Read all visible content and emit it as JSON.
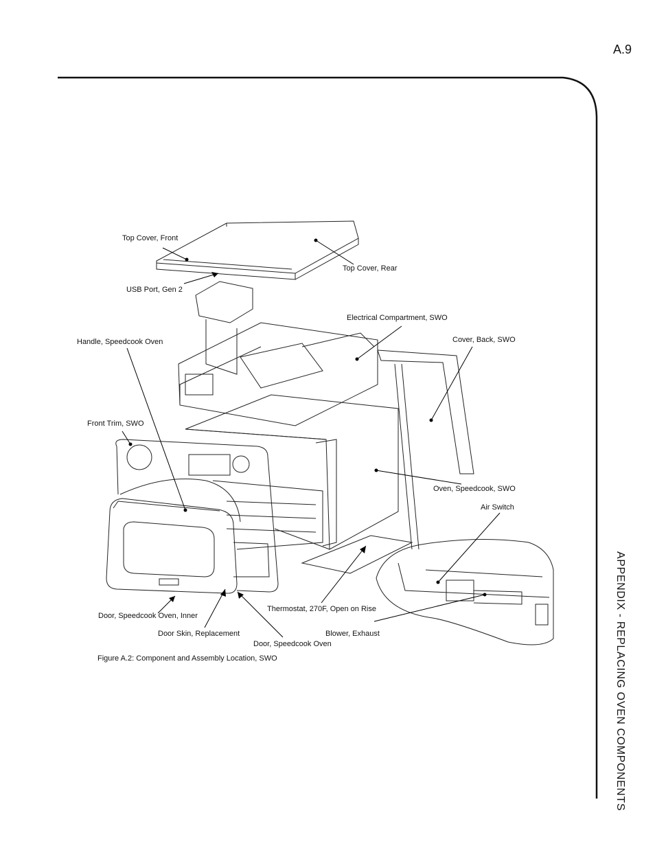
{
  "page": {
    "number": "A.9",
    "side_heading": "APPENDIX - REPLACING OVEN COMPONENTS"
  },
  "figure": {
    "caption": "Figure A.2: Component and Assembly Location, SWO",
    "labels": {
      "top_cover_front": "Top Cover, Front",
      "top_cover_rear": "Top Cover, Rear",
      "usb_port": "USB Port, Gen 2",
      "electrical_compartment": "Electrical Compartment, SWO",
      "handle": "Handle, Speedcook Oven",
      "cover_back": "Cover, Back, SWO",
      "front_trim": "Front Trim, SWO",
      "oven": "Oven, Speedcook, SWO",
      "air_switch": "Air Switch",
      "thermostat": "Thermostat, 270F, Open on Rise",
      "door_inner": "Door, Speedcook Oven, Inner",
      "door_skin": "Door Skin, Replacement",
      "blower": "Blower, Exhaust",
      "door": "Door, Speedcook Oven"
    }
  }
}
